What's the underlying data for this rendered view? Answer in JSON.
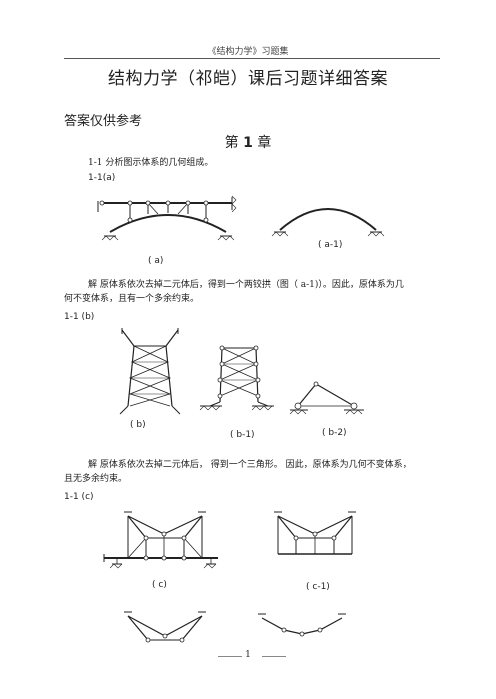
{
  "header": {
    "text": "《结构力学》习题集"
  },
  "title": "结构力学（祁皑）课后习题详细答案",
  "reference_note": "答案仅供参考",
  "chapter": {
    "prefix": "第",
    "number": "1",
    "suffix": "章"
  },
  "problem_intro": "1-1  分析图示体系的几何组成。",
  "section_a": {
    "label": "1-1(a)",
    "captions": [
      "( a)",
      "( a-1)"
    ],
    "solution_lines": [
      "解    原体系依次去掉二元体后，得到一个两铰拱（图（      a-1)）。因此，原体系为几",
      "何不变体系，且有一个多余约束。"
    ]
  },
  "section_b": {
    "label": "1-1 (b)",
    "captions": [
      "( b)",
      "( b-1)",
      "( b-2)"
    ],
    "solution_lines": [
      "解    原体系依次去掉二元体后，    得到一个三角形。  因此，原体系为几何不变体系，",
      "且无多余约束。"
    ]
  },
  "section_c": {
    "label": "1-1 (c)",
    "captions": [
      "( c)",
      "( c-1)"
    ]
  },
  "footer": {
    "page": "1"
  }
}
